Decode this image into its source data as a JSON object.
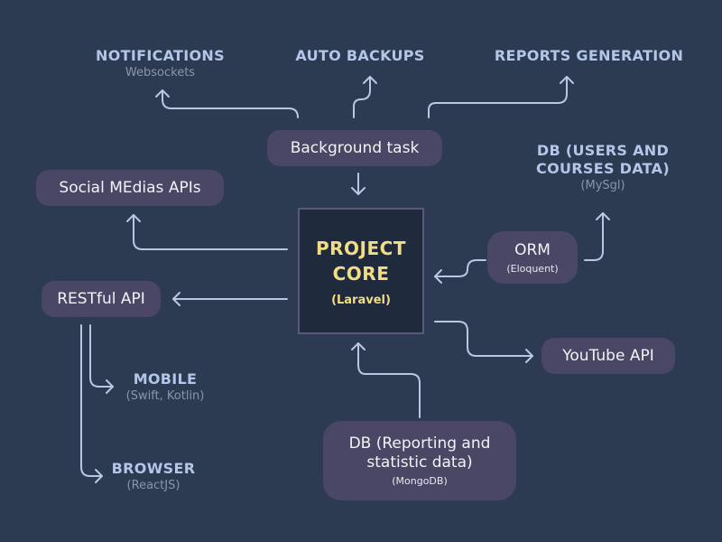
{
  "colors": {
    "background": "#2c3a52",
    "pill": "#4a4766",
    "core_bg": "#1f2a3d",
    "core_text": "#f2dc84",
    "heading_text": "#b3c6e8",
    "muted_text": "#8a95ad",
    "arrow": "#b8c8e4"
  },
  "headings": {
    "notifications": {
      "title": "NOTIFICATIONS",
      "sub": "Websockets"
    },
    "auto_backups": {
      "title": "AUTO BACKUPS"
    },
    "reports": {
      "title": "REPORTS GENERATION"
    },
    "db_users": {
      "title_line1": "DB (USERS AND",
      "title_line2": "COURSES DATA)",
      "sub": "(MySgl)"
    },
    "mobile": {
      "title": "MOBILE",
      "sub": "(Swift, Kotlin)"
    },
    "browser": {
      "title": "BROWSER",
      "sub": "(ReactJS)"
    }
  },
  "boxes": {
    "background_task": "Background task",
    "social_apis": "Social MEdias APIs",
    "restful_api": "RESTful API",
    "orm": {
      "main": "ORM",
      "sub": "(Eloquent)"
    },
    "youtube_api": "YouTube API",
    "db_reporting": {
      "line1": "DB (Reporting and",
      "line2": "statistic data)",
      "sub": "(MongoDB)"
    }
  },
  "core": {
    "line1": "PROJECT",
    "line2": "CORE",
    "sub": "(Laravel)"
  }
}
